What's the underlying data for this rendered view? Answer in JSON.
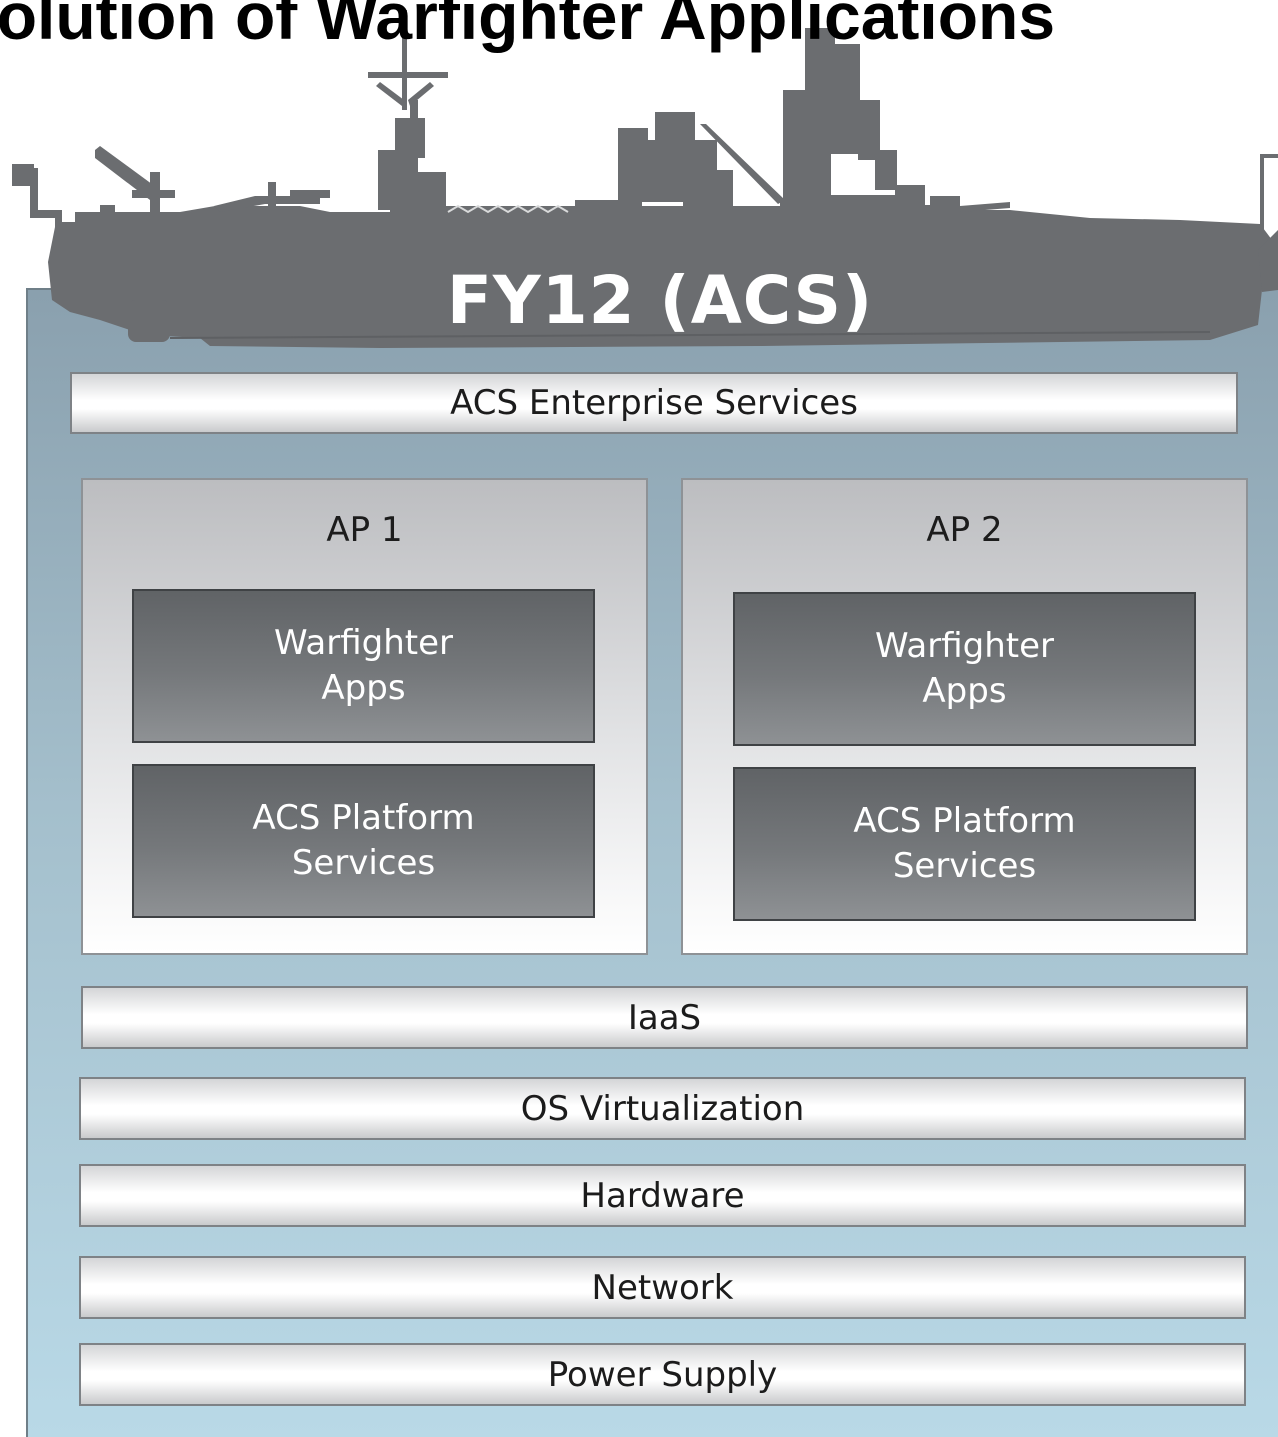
{
  "title": "volution of Warfighter Applications",
  "ship": {
    "label": "FY12 (ACS)",
    "hull_color": "#6b6d70",
    "panel_colors": [
      "#8aa0ae",
      "#b9d9e7"
    ]
  },
  "layers": {
    "enterprise": "ACS Enterprise Services",
    "iaas": "IaaS",
    "os_virtualization": "OS Virtualization",
    "hardware": "Hardware",
    "network": "Network",
    "power_supply": "Power Supply"
  },
  "access_points": [
    {
      "title": "AP 1",
      "apps": [
        "Warfighter",
        "Apps"
      ],
      "platform": [
        "ACS Platform",
        "Services"
      ]
    },
    {
      "title": "AP 2",
      "apps": [
        "Warfighter",
        "Apps"
      ],
      "platform": [
        "ACS Platform",
        "Services"
      ]
    }
  ]
}
